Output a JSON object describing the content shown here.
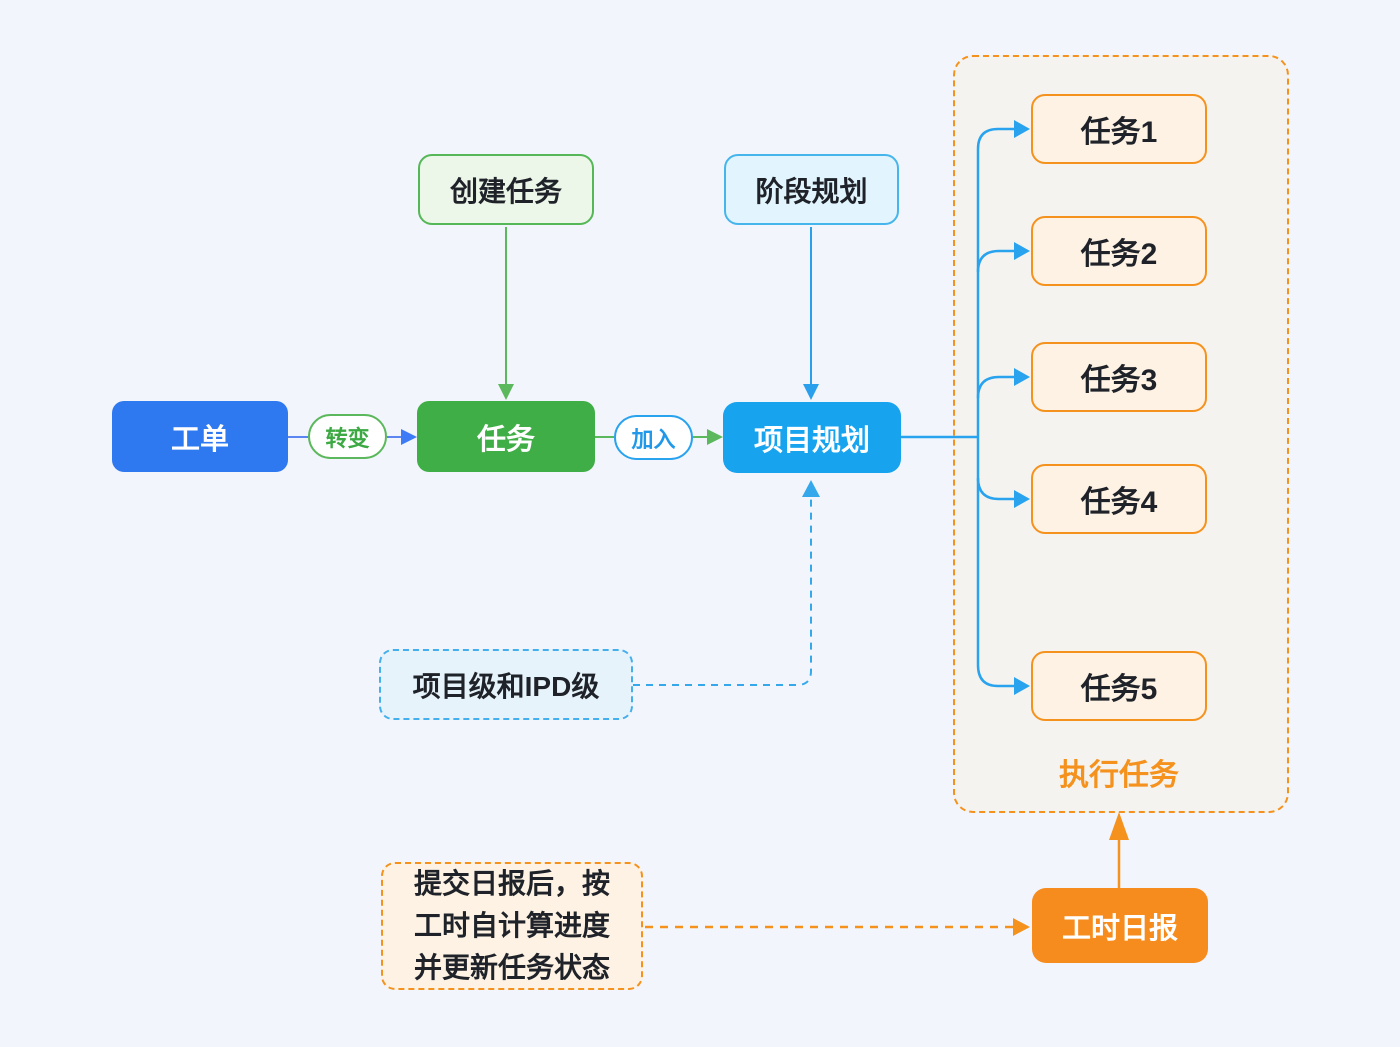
{
  "diagram": {
    "title": "work-order-to-task-flow",
    "nodes": {
      "work_order": {
        "label": "工单"
      },
      "transform": {
        "label": "转变"
      },
      "task": {
        "label": "任务"
      },
      "join": {
        "label": "加入"
      },
      "project_plan": {
        "label": "项目规划"
      },
      "create_task": {
        "label": "创建任务"
      },
      "stage_plan": {
        "label": "阶段规划"
      },
      "level_note": {
        "label": "项目级和IPD级"
      },
      "daily_report": {
        "label": "工时日报"
      },
      "report_note": {
        "lines": [
          "提交日报后，按",
          "工时自计算进度",
          "并更新任务状态"
        ]
      },
      "execute_group": {
        "label": "执行任务",
        "tasks": [
          "任务1",
          "任务2",
          "任务3",
          "任务4",
          "任务5"
        ]
      }
    },
    "edges": [
      {
        "from": "work_order",
        "via": "transform",
        "to": "task"
      },
      {
        "from": "create_task",
        "to": "task"
      },
      {
        "from": "task",
        "via": "join",
        "to": "project_plan"
      },
      {
        "from": "stage_plan",
        "to": "project_plan"
      },
      {
        "from": "level_note",
        "to": "project_plan",
        "style": "dashed"
      },
      {
        "from": "project_plan",
        "to": "任务1"
      },
      {
        "from": "project_plan",
        "to": "任务2"
      },
      {
        "from": "project_plan",
        "to": "任务3"
      },
      {
        "from": "project_plan",
        "to": "任务4"
      },
      {
        "from": "project_plan",
        "to": "任务5"
      },
      {
        "from": "report_note",
        "to": "daily_report",
        "style": "dashed"
      },
      {
        "from": "daily_report",
        "to": "execute_group"
      }
    ]
  },
  "colors": {
    "background": "#f2f6fc",
    "work_order_fill": "#2e78f0",
    "task_fill": "#3fae46",
    "project_plan_fill": "#18a3ef",
    "daily_report_fill": "#f78c1e",
    "create_task_fill": "#edf7e9",
    "create_task_border": "#55b757",
    "stage_plan_fill": "#e2f4fd",
    "stage_plan_border": "#45b5ec",
    "level_note_fill": "#e7f3fb",
    "level_note_border": "#45aeec",
    "group_fill": "#f4f3ef",
    "task_item_fill": "#fdf2e3",
    "orange_accent": "#f5921e",
    "blue_connector": "#3d7bf7",
    "green_connector": "#5cb85c",
    "cyan_connector": "#29a3ee",
    "text_dark": "#1f2329"
  }
}
